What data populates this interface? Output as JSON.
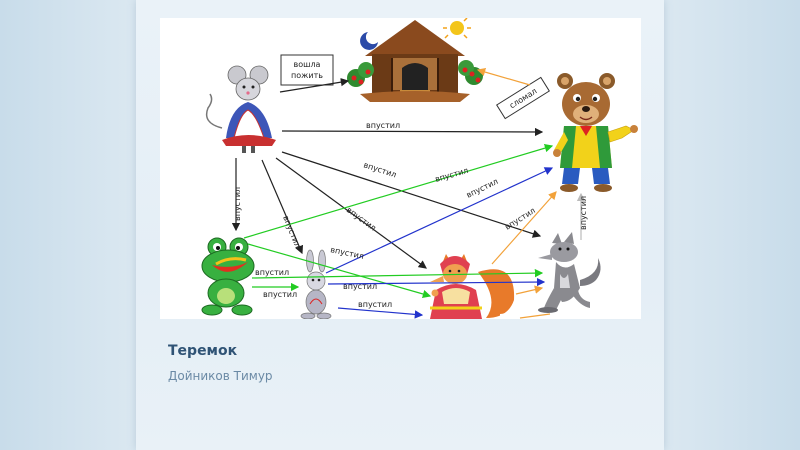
{
  "slide": {
    "title": "Теремок",
    "subtitle": "Дойников Тимур"
  },
  "diagram": {
    "box_went_line1": "вошла",
    "box_went_line2": "пожить",
    "box_broke": "сломал",
    "edge_label": "впустил"
  },
  "characters": [
    "mouse-icon",
    "frog-icon",
    "hare-icon",
    "fox-icon",
    "wolf-icon",
    "bear-icon",
    "teremok-icon"
  ],
  "colors": {
    "arrow_black": "#222222",
    "arrow_green": "#22cc22",
    "arrow_blue": "#2233cc",
    "arrow_orange": "#f2a23a",
    "title": "#2f5375",
    "subtitle": "#6b8aa5"
  }
}
